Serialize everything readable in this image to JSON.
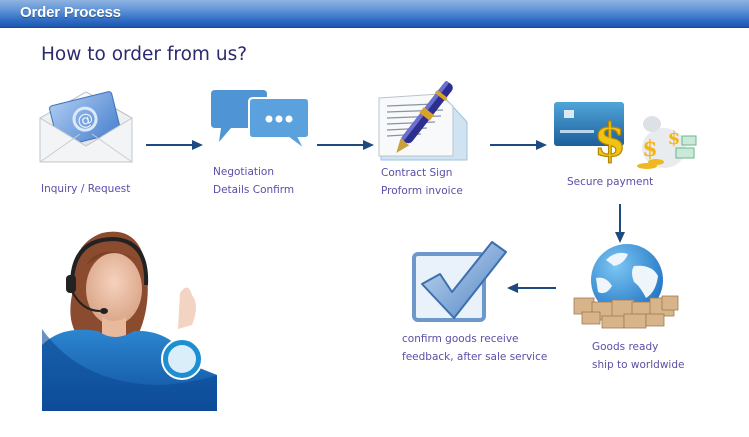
{
  "header": {
    "title": "Order Process",
    "colors": {
      "top": "#8fb3e0",
      "bottom": "#1f55ad"
    }
  },
  "main": {
    "title": "How to order from us?",
    "title_color": "#2b2a6e",
    "label_color": "#5a4fa6",
    "arrow_color": "#1d4a80",
    "steps": [
      {
        "id": "inquiry",
        "icon": "envelope-at-icon",
        "lines": [
          "Inquiry / Request"
        ]
      },
      {
        "id": "negotiation",
        "icon": "chat-bubbles-icon",
        "lines": [
          "Negotiation",
          "Details Confirm"
        ]
      },
      {
        "id": "contract",
        "icon": "pen-document-icon",
        "lines": [
          "Contract Sign",
          "Proform invoice"
        ]
      },
      {
        "id": "payment",
        "icon": "credit-card-dollar-icon",
        "lines": [
          "Secure payment"
        ]
      },
      {
        "id": "shipping",
        "icon": "globe-boxes-icon",
        "lines": [
          "Goods ready",
          "ship to worldwide"
        ]
      },
      {
        "id": "confirm",
        "icon": "checkmark-box-icon",
        "lines": [
          "confirm goods receive",
          "feedback, after sale service"
        ]
      }
    ]
  },
  "support_photo": {
    "icon": "support-agent-photo",
    "badge_icon": "chat-bubble-icon"
  }
}
